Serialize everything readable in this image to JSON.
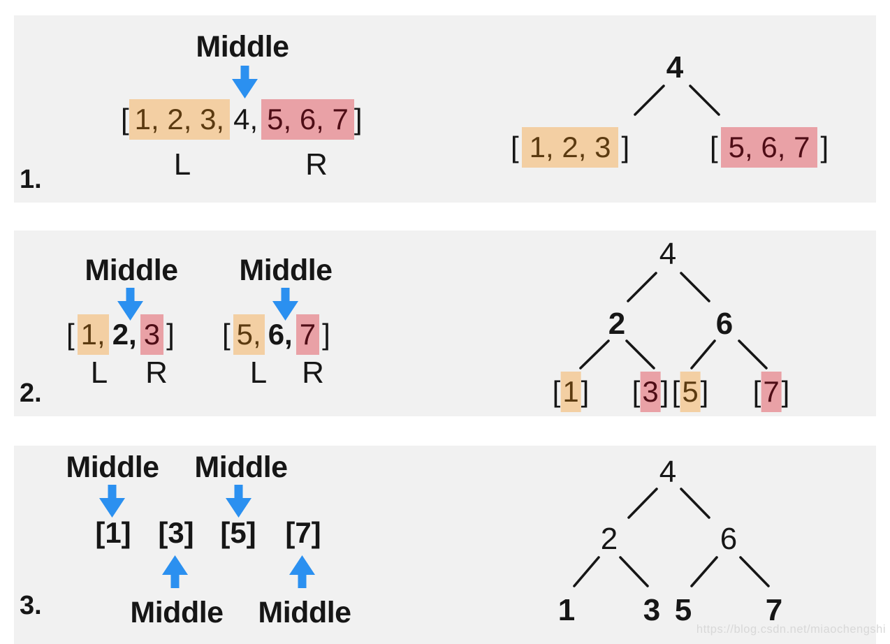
{
  "watermark": "https://blog.csdn.net/miaochengshi",
  "labels": {
    "middle": "Middle",
    "left_pointer": "L",
    "right_pointer": "R"
  },
  "colors": {
    "panel_background": "#f1f1f1",
    "left_highlight": "#f3cfa3",
    "left_highlight_text": "#5b3a10",
    "right_highlight": "#e9a1a6",
    "right_highlight_text": "#4f0d16",
    "arrow_blue": "#2b90f0",
    "text": "#161616",
    "watermark_text": "#d8d8d8"
  },
  "step1": {
    "number": "1.",
    "array": {
      "open": "[",
      "left_part": "1, 2, 3,",
      "middle": "4,",
      "right_part": "5, 6, 7",
      "close": "]"
    },
    "tree": {
      "root": "4",
      "left_subarray": {
        "open": "[",
        "values": "1, 2, 3",
        "close": "]"
      },
      "right_subarray": {
        "open": "[",
        "values": "5, 6, 7",
        "close": "]"
      }
    }
  },
  "step2": {
    "number": "2.",
    "arrays": [
      {
        "open": "[",
        "left_part": "1,",
        "middle": "2,",
        "right_part": "3",
        "close": "]"
      },
      {
        "open": "[",
        "left_part": "5,",
        "middle": "6,",
        "right_part": "7",
        "close": "]"
      }
    ],
    "tree": {
      "root": "4",
      "left_child": "2",
      "right_child": "6",
      "leaves": [
        {
          "open": "[",
          "value": "1",
          "close": "]"
        },
        {
          "open": "[",
          "value": "3",
          "close": "]"
        },
        {
          "open": "[",
          "value": "5",
          "close": "]"
        },
        {
          "open": "[",
          "value": "7",
          "close": "]"
        }
      ]
    }
  },
  "step3": {
    "number": "3.",
    "singletons": [
      {
        "open": "[",
        "value": "1",
        "close": "]"
      },
      {
        "open": "[",
        "value": "3",
        "close": "]"
      },
      {
        "open": "[",
        "value": "5",
        "close": "]"
      },
      {
        "open": "[",
        "value": "7",
        "close": "]"
      }
    ],
    "tree": {
      "root": "4",
      "left_child": "2",
      "right_child": "6",
      "leaves": [
        "1",
        "3",
        "5",
        "7"
      ]
    }
  }
}
